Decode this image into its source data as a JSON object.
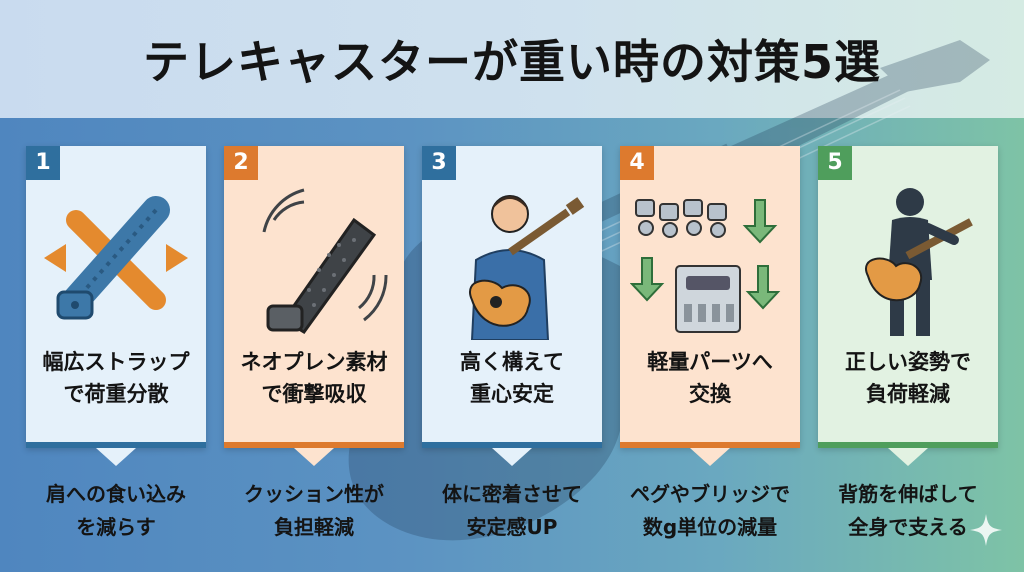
{
  "title": "テレキャスターが重い時の対策5選",
  "colors": {
    "blue": "#2f6f9e",
    "orange": "#dd7a2e",
    "green": "#4f9e5c",
    "card_blue_bg": "#e5f1fa",
    "card_orange_bg": "#fde3cf",
    "card_green_bg": "#e2f2e2"
  },
  "cards": [
    {
      "number": "1",
      "title_line1": "幅広ストラップ",
      "title_line2": "で荷重分散",
      "desc_line1": "肩への食い込み",
      "desc_line2": "を減らす",
      "icon": "wide-strap-icon",
      "theme": "blue"
    },
    {
      "number": "2",
      "title_line1": "ネオプレン素材",
      "title_line2": "で衝撃吸収",
      "desc_line1": "クッション性が",
      "desc_line2": "負担軽減",
      "icon": "neoprene-strap-icon",
      "theme": "orange"
    },
    {
      "number": "3",
      "title_line1": "高く構えて",
      "title_line2": "重心安定",
      "desc_line1": "体に密着させて",
      "desc_line2": "安定感UP",
      "icon": "player-holding-guitar-icon",
      "theme": "blue"
    },
    {
      "number": "4",
      "title_line1": "軽量パーツへ",
      "title_line2": "交換",
      "desc_line1": "ペグやブリッジで",
      "desc_line2": "数g単位の減量",
      "icon": "tuning-pegs-bridge-icon",
      "theme": "orange"
    },
    {
      "number": "5",
      "title_line1": "正しい姿勢で",
      "title_line2": "負荷軽減",
      "desc_line1": "背筋を伸ばして",
      "desc_line2": "全身で支える",
      "icon": "standing-player-icon",
      "theme": "green"
    }
  ]
}
